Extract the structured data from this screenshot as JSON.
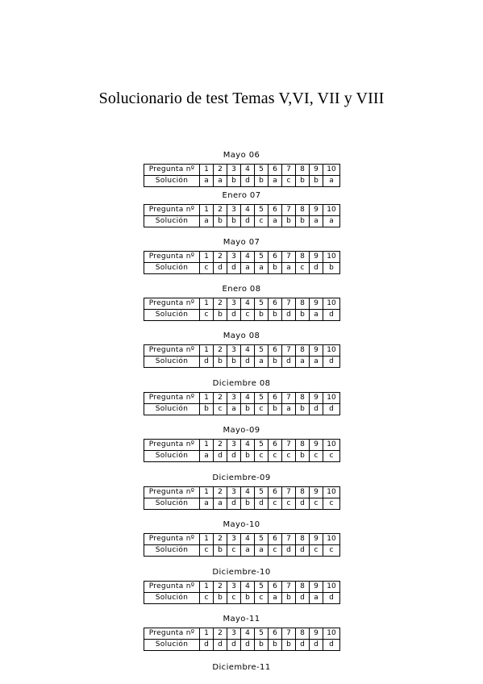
{
  "title": "Solucionario de test Temas V,VI, VII y VIII",
  "row_labels": {
    "question": "Pregunta nº",
    "solution": "Solución"
  },
  "question_numbers": [
    "1",
    "2",
    "3",
    "4",
    "5",
    "6",
    "7",
    "8",
    "9",
    "10"
  ],
  "sections": [
    {
      "name": "Mayo 06",
      "answers": [
        "a",
        "a",
        "b",
        "d",
        "b",
        "a",
        "c",
        "b",
        "b",
        "a"
      ]
    },
    {
      "name": "Enero 07",
      "answers": [
        "a",
        "b",
        "b",
        "d",
        "c",
        "a",
        "b",
        "b",
        "a",
        "a"
      ]
    },
    {
      "name": "Mayo 07",
      "answers": [
        "c",
        "d",
        "d",
        "a",
        "a",
        "b",
        "a",
        "c",
        "d",
        "b"
      ]
    },
    {
      "name": "Enero 08",
      "answers": [
        "c",
        "b",
        "d",
        "c",
        "b",
        "b",
        "d",
        "b",
        "a",
        "d"
      ]
    },
    {
      "name": "Mayo 08",
      "answers": [
        "d",
        "b",
        "b",
        "d",
        "a",
        "b",
        "d",
        "a",
        "a",
        "d"
      ]
    },
    {
      "name": "Diciembre 08",
      "answers": [
        "b",
        "c",
        "a",
        "b",
        "c",
        "b",
        "a",
        "b",
        "d",
        "d"
      ]
    },
    {
      "name": "Mayo-09",
      "answers": [
        "a",
        "d",
        "d",
        "b",
        "c",
        "c",
        "c",
        "b",
        "c",
        "c"
      ]
    },
    {
      "name": "Diciembre-09",
      "answers": [
        "a",
        "a",
        "d",
        "b",
        "d",
        "c",
        "c",
        "d",
        "c",
        "c"
      ]
    },
    {
      "name": "Mayo-10",
      "answers": [
        "c",
        "b",
        "c",
        "a",
        "a",
        "c",
        "d",
        "d",
        "c",
        "c"
      ]
    },
    {
      "name": "Diciembre-10",
      "answers": [
        "c",
        "b",
        "c",
        "b",
        "c",
        "a",
        "b",
        "d",
        "a",
        "d"
      ]
    },
    {
      "name": "Mayo-11",
      "answers": [
        "d",
        "d",
        "d",
        "d",
        "b",
        "b",
        "b",
        "d",
        "d",
        "d"
      ]
    }
  ],
  "trailing_section": "Diciembre-11"
}
